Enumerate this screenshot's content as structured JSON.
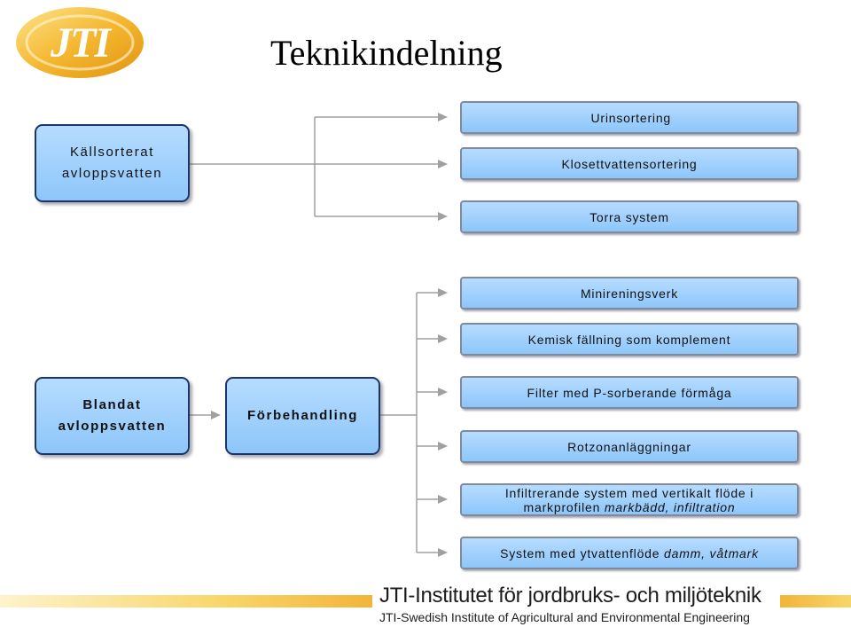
{
  "title": "Teknikindelning",
  "logo": {
    "text": "JTI"
  },
  "sources": {
    "kallsorterat": {
      "line1": "Källsorterat",
      "line2": "avloppsvatten"
    },
    "blandat": {
      "line1": "Blandat",
      "line2": "avloppsvatten"
    }
  },
  "pretreatment": {
    "label": "Förbehandling"
  },
  "targets_top": [
    "Urinsortering",
    "Klosettvattensortering",
    "Torra system"
  ],
  "targets_bottom": {
    "mini": "Minireningsverk",
    "kemisk": "Kemisk fällning som komplement",
    "filter": "Filter med P-sorberande förmåga",
    "rotzon": "Rotzonanläggningar",
    "infiltr_line1": "Infiltrerande system med vertikalt flöde i",
    "infiltr_line2_plain": "markprofilen ",
    "infiltr_line2_italic": "markbädd, infiltration",
    "ytvatten_plain": "System med ytvattenflöde ",
    "ytvatten_italic": "damm, våtmark"
  },
  "footer": {
    "line1": "JTI-Institutet för jordbruks- och miljöteknik",
    "line2": "JTI-Swedish Institute of Agricultural and Environmental Engineering"
  },
  "colors": {
    "box_fill": "#8dc6fa",
    "dark_border": "#1a3566",
    "connector": "#a0a0a0",
    "accent_gold": "#f3b43a"
  }
}
